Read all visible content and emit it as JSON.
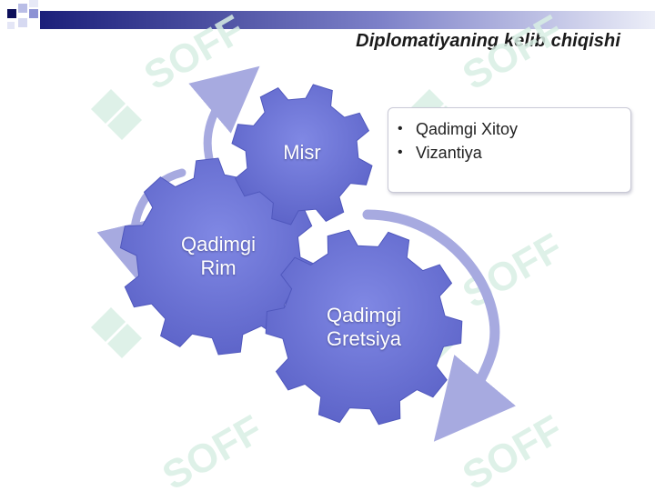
{
  "slide": {
    "title": "Diplomatiyaning kelib chiqishi"
  },
  "diagram": {
    "gears": [
      {
        "id": "misr",
        "label_lines": [
          "Misr"
        ]
      },
      {
        "id": "rim",
        "label_lines": [
          "Qadimgi",
          "Rim"
        ]
      },
      {
        "id": "gretsiya",
        "label_lines": [
          "Qadimgi",
          "Gretsiya"
        ]
      }
    ],
    "info_box": {
      "items": [
        "Qadimgi Xitoy",
        "Vizantiya"
      ]
    }
  },
  "watermark": {
    "text": "SOFF"
  },
  "colors": {
    "gear_fill": "#6f76d8",
    "gear_fill_dark": "#5860c4",
    "arrow": "#a7aae0",
    "band_dark": "#1b1f7a",
    "band_light": "#d9dcf2",
    "watermark": "#d8efe4"
  }
}
